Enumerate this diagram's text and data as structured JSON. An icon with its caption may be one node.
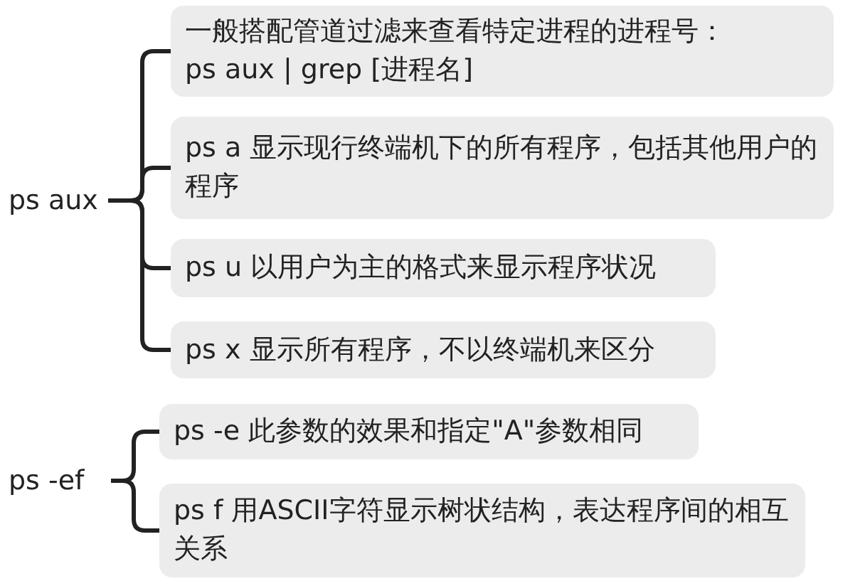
{
  "diagram": {
    "nodes": [
      {
        "text": [
          "ps aux"
        ]
      },
      {
        "text": [
          "一般搭配管道过滤来查看特定进程的进程号：",
          "ps aux | grep [进程名]"
        ]
      },
      {
        "text": [
          "ps a 显示现行终端机下的所有程序，包括其他用户的程序"
        ]
      },
      {
        "text": [
          "ps u 以用户为主的格式来显示程序状况"
        ]
      },
      {
        "text": [
          "ps x 显示所有程序，不以终端机来区分"
        ]
      },
      {
        "text": [
          "ps -ef"
        ]
      },
      {
        "text": [
          "ps -e 此参数的效果和指定\"A\"参数相同"
        ]
      },
      {
        "text": [
          "ps f 用ASCII字符显示树状结构，表达程序间的相互关系"
        ]
      }
    ],
    "edges": [
      {
        "from": 0,
        "to": 1,
        "arrow": "none"
      },
      {
        "from": 0,
        "to": 2,
        "arrow": "none"
      },
      {
        "from": 0,
        "to": 3,
        "arrow": "none"
      },
      {
        "from": 0,
        "to": 4,
        "arrow": "none"
      },
      {
        "from": 5,
        "to": 6,
        "arrow": "none"
      },
      {
        "from": 5,
        "to": 7,
        "arrow": "none"
      }
    ]
  }
}
